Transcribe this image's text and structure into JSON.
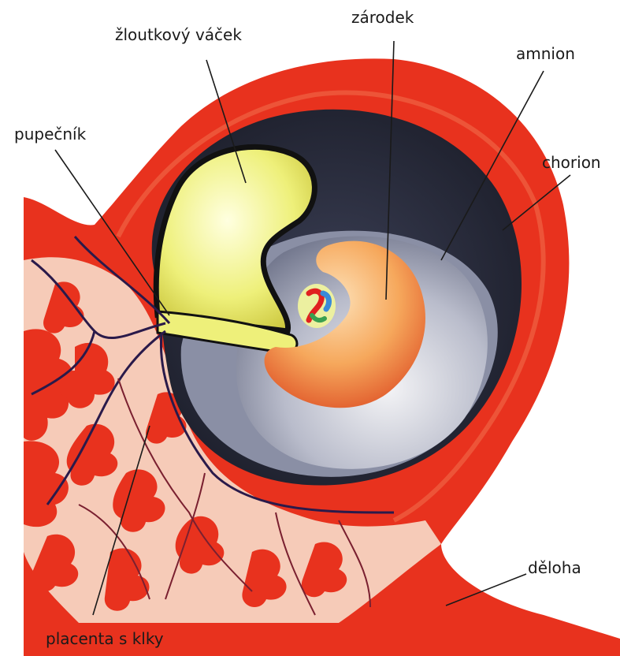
{
  "labels": {
    "yolk_sac": "žloutkový váček",
    "embryo": "zárodek",
    "amnion": "amnion",
    "umbilical_cord": "pupečník",
    "chorion": "chorion",
    "uterus": "děloha",
    "placenta": "placenta s klky"
  },
  "colors": {
    "uterus_red": "#e8321e",
    "uterus_dark": "#c91f12",
    "tissue_pink": "#f6cbb8",
    "chorion_dark": "#2c2f3f",
    "amnion_grey": "#b9bccb",
    "yolk": "#eef07a",
    "embryo": "#f2a25a",
    "vessel": "#2a1a4a"
  }
}
